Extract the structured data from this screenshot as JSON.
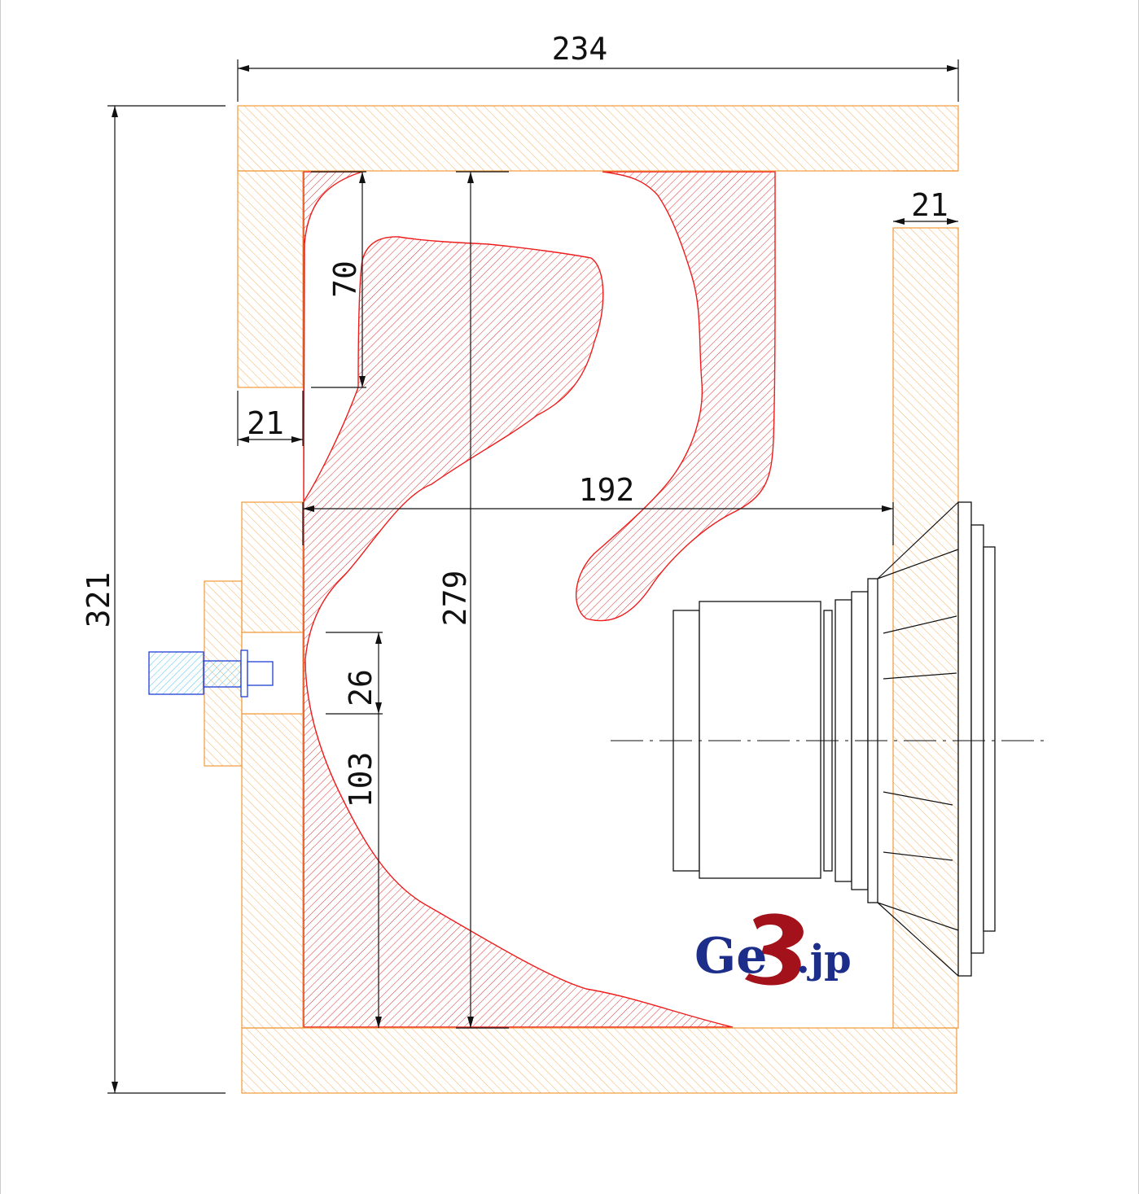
{
  "diagram": {
    "dimensions": {
      "overall_width": "234",
      "overall_height": "321",
      "inner_height": "279",
      "inner_width": "192",
      "right_panel": "21",
      "left_panel": "21",
      "top_depth": "70",
      "port": "26",
      "bottom_offset": "103"
    },
    "logo": {
      "main": "Ge",
      "mark": "3",
      "suffix": ".jp"
    },
    "colors": {
      "wood_stroke": "#f09a3a",
      "wood_hatch": "#f4b060",
      "channel_stroke": "#ee1c1c",
      "channel_hatch": "#e23232",
      "terminal": "#1f3fd6",
      "terminal_hatch": "#56c8f0",
      "logo_blue": "#1c2e8a",
      "logo_red": "#a3121a"
    }
  }
}
